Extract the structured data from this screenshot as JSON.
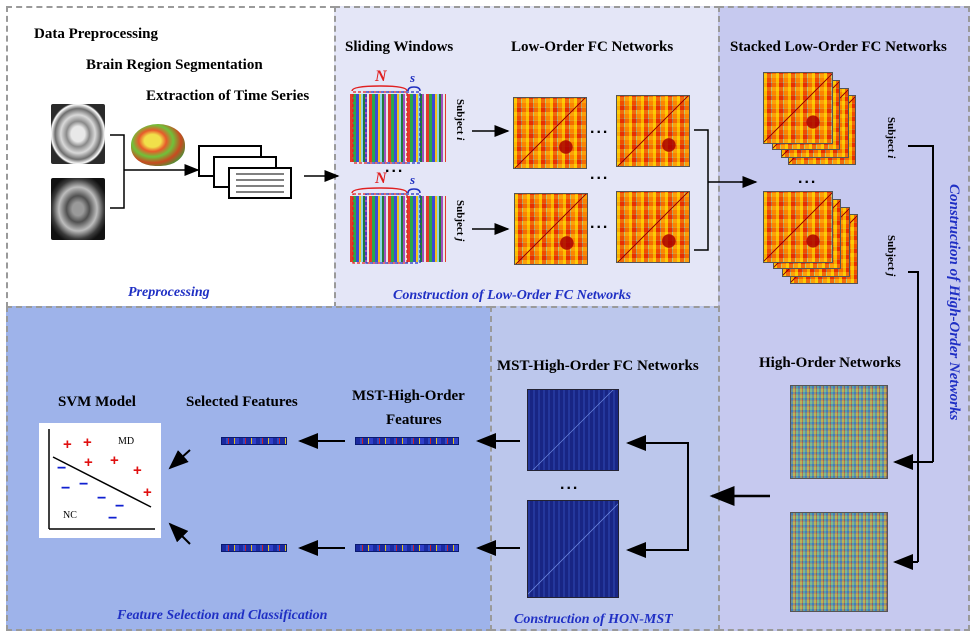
{
  "colors": {
    "panel_preprocessing_bg": "#ffffff",
    "panel_loworder_bg": "#e4e6f7",
    "panel_highorder_bg": "#c6c9ef",
    "panel_honmst_bg": "#bcc7ec",
    "panel_featsel_bg": "#9eb3ea",
    "caption_color": "#1f2fc4",
    "arrow_color": "#000000"
  },
  "preprocessing": {
    "title": "Data Preprocessing",
    "step2": "Brain Region Segmentation",
    "step3": "Extraction of Time Series",
    "caption": "Preprocessing"
  },
  "low_order": {
    "sliding_windows": "Sliding Windows",
    "networks_title": "Low-Order FC Networks",
    "window_N": "N",
    "window_s": "s",
    "subject_i": "Subject",
    "subject_i_var": "i",
    "subject_j": "Subject",
    "subject_j_var": "j",
    "ellipsis": "...",
    "caption": "Construction of Low-Order FC Networks"
  },
  "high_order": {
    "stacked_title": "Stacked Low-Order FC Networks",
    "subject_i": "Subject",
    "subject_i_var": "i",
    "subject_j": "Subject",
    "subject_j_var": "j",
    "networks_title": "High-Order Networks",
    "caption": "Construction of High-Order Networks"
  },
  "hon_mst": {
    "title": "MST-High-Order FC Networks",
    "caption": "Construction of HON-MST",
    "ellipsis": "..."
  },
  "feature_selection": {
    "svm_title": "SVM Model",
    "selected_title": "Selected Features",
    "mst_features_line1": "MST-High-Order",
    "mst_features_line2": "Features",
    "class_md": "MD",
    "class_nc": "NC",
    "plus_sign": "+",
    "minus_sign": "−",
    "caption": "Feature Selection and Classification"
  }
}
